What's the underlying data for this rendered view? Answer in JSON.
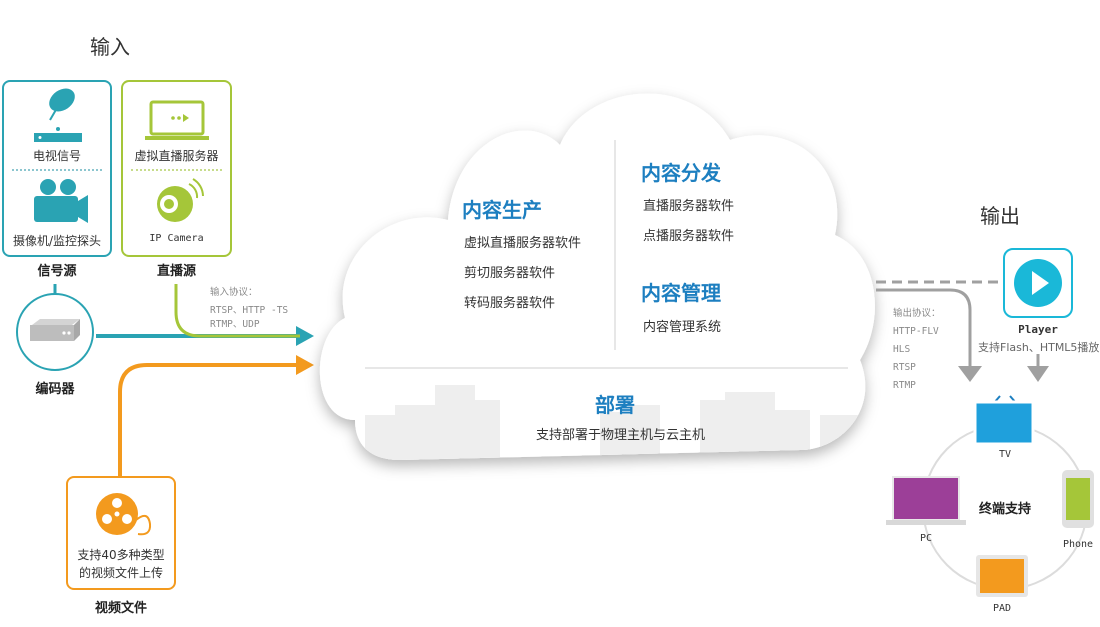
{
  "input": {
    "heading": "输入",
    "signal_source": {
      "item1": "电视信号",
      "item2": "摄像机/监控探头",
      "label": "信号源"
    },
    "live_source": {
      "item1": "虚拟直播服务器",
      "item2": "IP Camera",
      "label": "直播源"
    },
    "encoder_label": "编码器",
    "protocol": {
      "title": "输入协议：",
      "line1": "RTSP、HTTP -TS",
      "line2": "RTMP、UDP"
    },
    "video_file": {
      "line1": "支持40多种类型",
      "line2": "的视频文件上传",
      "label": "视频文件"
    }
  },
  "cloud": {
    "production": {
      "title": "内容生产",
      "items": [
        "虚拟直播服务器软件",
        "剪切服务器软件",
        "转码服务器软件"
      ]
    },
    "distribution": {
      "title": "内容分发",
      "items": [
        "直播服务器软件",
        "点播服务器软件"
      ]
    },
    "management": {
      "title": "内容管理",
      "items": [
        "内容管理系统"
      ]
    },
    "deploy": {
      "title": "部署",
      "desc": "支持部署于物理主机与云主机"
    }
  },
  "output": {
    "heading": "输出",
    "player": {
      "label": "Player",
      "desc": "支持Flash、HTML5播放"
    },
    "protocol": {
      "title": "输出协议：",
      "items": [
        "HTTP-FLV",
        "HLS",
        "RTSP",
        "RTMP"
      ]
    },
    "terminals": {
      "center": "终端支持",
      "tv": "TV",
      "pc": "PC",
      "phone": "Phone",
      "pad": "PAD"
    }
  },
  "colors": {
    "teal": "#2aa3b3",
    "green": "#a5c639",
    "orange": "#f39a1e",
    "blue": "#1d7fc0",
    "player": "#1ab8d8",
    "gray": "#9a9a9a"
  }
}
